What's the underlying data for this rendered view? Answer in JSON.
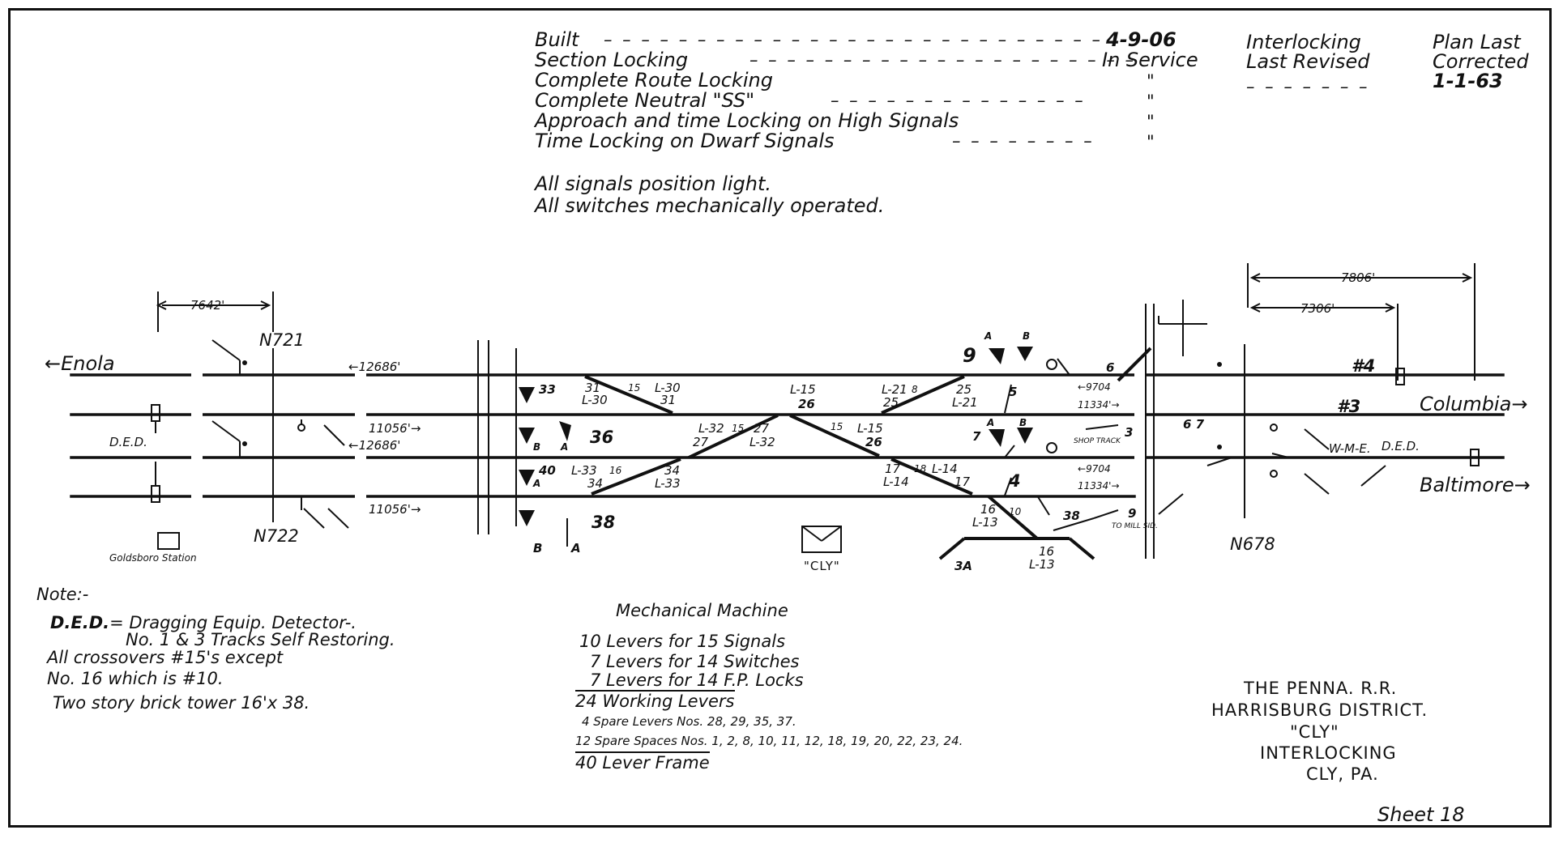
{
  "header": {
    "locking_rows": [
      {
        "label": "Built",
        "value": "4-9-06"
      },
      {
        "label": "Section Locking",
        "value": "In Service"
      },
      {
        "label": "Complete Route Locking",
        "value": "\""
      },
      {
        "label": "Complete Neutral \"SS\"",
        "value": "\""
      },
      {
        "label": "Approach and time Locking on High Signals",
        "value": "\""
      },
      {
        "label": "Time Locking on Dwarf Signals",
        "value": "\""
      }
    ],
    "interlocking_last_revised_1": "Interlocking",
    "interlocking_last_revised_2": "Last Revised",
    "plan_last_corrected_1": "Plan Last",
    "plan_last_corrected_2": "Corrected",
    "plan_last_corrected_date": "1-1-63",
    "notes_line_1": "All signals position light.",
    "notes_line_2": "All switches mechanically operated."
  },
  "track": {
    "west_destination": "Enola",
    "east_dest_1": "Columbia",
    "east_dest_2": "Baltimore",
    "signal_n721": "N721",
    "signal_n722": "N722",
    "signal_n678": "N678",
    "ded_left": "D.E.D.",
    "ded_right": "D.E.D.",
    "wme": "W-M-E.",
    "track_4": "#4",
    "track_3": "#3",
    "goldsboro": "Goldsboro Station",
    "tower": "\"CLY\"",
    "dims": {
      "d7642": "7642'",
      "d7806": "7806'",
      "d7306": "7306'",
      "d12686a": "12686'",
      "d12686b": "12686'",
      "d11056a": "11056'",
      "d11056b": "11056'",
      "d9704a": "9704",
      "d9704b": "9704",
      "d11334a": "11334'",
      "d11334b": "11334'"
    },
    "levers": {
      "l31": "31",
      "l30t": "L-30",
      "l15a": "15",
      "l30r": "L-30",
      "l31r": "31",
      "l33": "33",
      "l36": "36",
      "l40": "40",
      "l38": "38",
      "lB1": "B",
      "lA1": "A",
      "lA2": "A",
      "lB2": "B",
      "lA3": "A",
      "l33b": "L-33",
      "l16": "16",
      "l34a": "34",
      "l34b": "34",
      "l33c": "L-33",
      "l32a": "L-32",
      "l15b": "15",
      "l27a": "27",
      "l27b": "27",
      "l32b": "L-32",
      "l15c": "L-15",
      "l26a": "26",
      "l15d": "15",
      "l15e": "L-15",
      "l26b": "26",
      "l21a": "L-21",
      "l8": "8",
      "l25a": "25",
      "l25b": "25",
      "l21b": "L-21",
      "l17a": "17",
      "l18": "18",
      "l14a": "L-14",
      "l14b": "L-14",
      "l17b": "17",
      "s9": "9",
      "sA1": "A",
      "sB1": "B",
      "s5": "5",
      "s7": "7",
      "sA2": "A",
      "sB2": "B",
      "s3": "3",
      "s4": "4",
      "s16a": "16",
      "s13a": "L-13",
      "s10": "10",
      "s38": "38",
      "s9b": "9",
      "s3a": "3A",
      "s16b": "16",
      "s13b": "L-13",
      "s6": "6",
      "s67": "6 7",
      "shop": "SHOP TRACK",
      "mill": "TO MILL SID."
    }
  },
  "notes": {
    "heading": "Note:-",
    "ded_label": "D.E.D.",
    "ded_text_1": "= Dragging Equip. Detector-.",
    "ded_text_2": "No. 1 & 3 Tracks Self Restoring.",
    "line_3": "All crossovers #15's except",
    "line_4": "No. 16 which is #10.",
    "line_5": "Two story brick tower 16'x 38."
  },
  "machine": {
    "heading": "Mechanical Machine",
    "line_1": "10 Levers for 15 Signals",
    "line_2": "7 Levers for 14 Switches",
    "line_3": "7 Levers for 14 F.P. Locks",
    "line_4": "24 Working Levers",
    "line_5": "4 Spare Levers Nos. 28, 29, 35, 37.",
    "line_6": "12 Spare Spaces Nos. 1, 2, 8, 10, 11, 12, 18, 19, 20, 22, 23, 24.",
    "line_7": "40 Lever Frame"
  },
  "title_block": {
    "line_1": "THE PENNA. R.R.",
    "line_2": "HARRISBURG DISTRICT.",
    "line_3": "\"CLY\"",
    "line_4": "INTERLOCKING",
    "line_5": "CLY, PA.",
    "sheet": "Sheet 18"
  }
}
